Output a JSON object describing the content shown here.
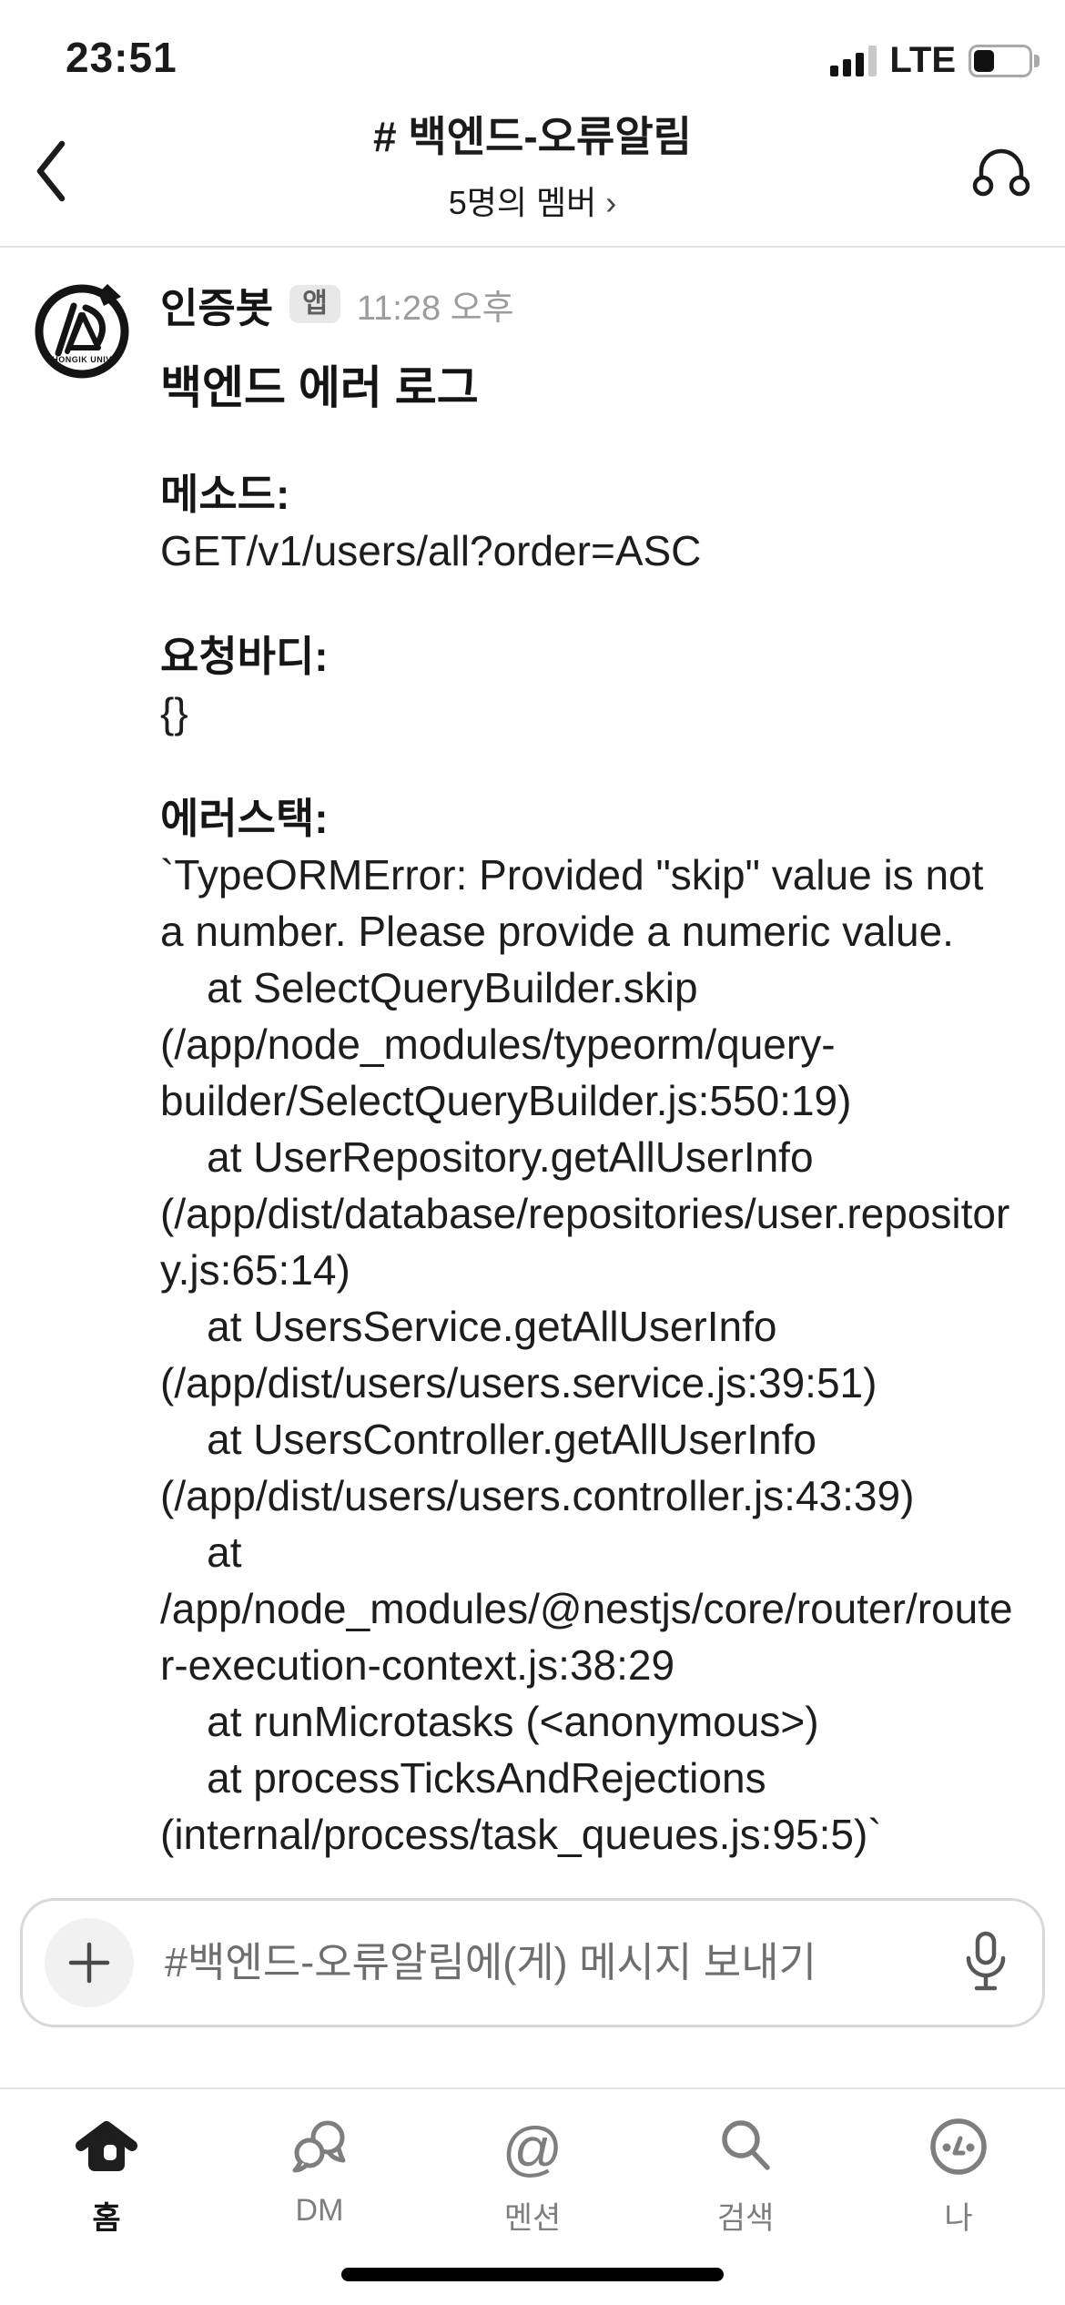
{
  "colors": {
    "text_primary": "#1b1b1b",
    "text_muted": "#9c9c9c",
    "badge_bg": "#e8e8e8",
    "badge_text": "#5f5f5f",
    "tab_inactive": "#7e7e7e",
    "composer_border": "#d8d8d8",
    "divider": "#e4e4e4"
  },
  "status_bar": {
    "time": "23:51",
    "network": "LTE"
  },
  "header": {
    "title": "# 백엔드-오류알림",
    "subtitle": "5명의 멤버",
    "subtitle_arrow": "›"
  },
  "message": {
    "sender": "인증봇",
    "badge": "앱",
    "timestamp": "11:28 오후",
    "avatar_text": "HONGIK UNIV",
    "title": "백엔드 에러 로그",
    "sections": [
      {
        "label": "메소드:",
        "value": "GET/v1/users/all?order=ASC"
      },
      {
        "label": "요청바디:",
        "value": "{}"
      },
      {
        "label": "에러스택:",
        "value": "`TypeORMError: Provided \"skip\" value is not a number. Please provide a numeric value.\n    at SelectQueryBuilder.skip (/app/node_modules/typeorm/query-builder/SelectQueryBuilder.js:550:19)\n    at UserRepository.getAllUserInfo (/app/dist/database/repositories/user.repository.js:65:14)\n    at UsersService.getAllUserInfo (/app/dist/users/users.service.js:39:51)\n    at UsersController.getAllUserInfo (/app/dist/users/users.controller.js:43:39)\n    at /app/node_modules/@nestjs/core/router/router-execution-context.js:38:29\n    at runMicrotasks (<anonymous>)\n    at processTicksAndRejections (internal/process/task_queues.js:95:5)`"
      }
    ]
  },
  "composer": {
    "placeholder": "#백엔드-오류알림에(게) 메시지 보내기"
  },
  "tab_bar": {
    "items": [
      {
        "label": "홈",
        "active": true
      },
      {
        "label": "DM",
        "active": false
      },
      {
        "label": "멘션",
        "active": false,
        "icon_char": "@"
      },
      {
        "label": "검색",
        "active": false
      },
      {
        "label": "나",
        "active": false
      }
    ]
  }
}
